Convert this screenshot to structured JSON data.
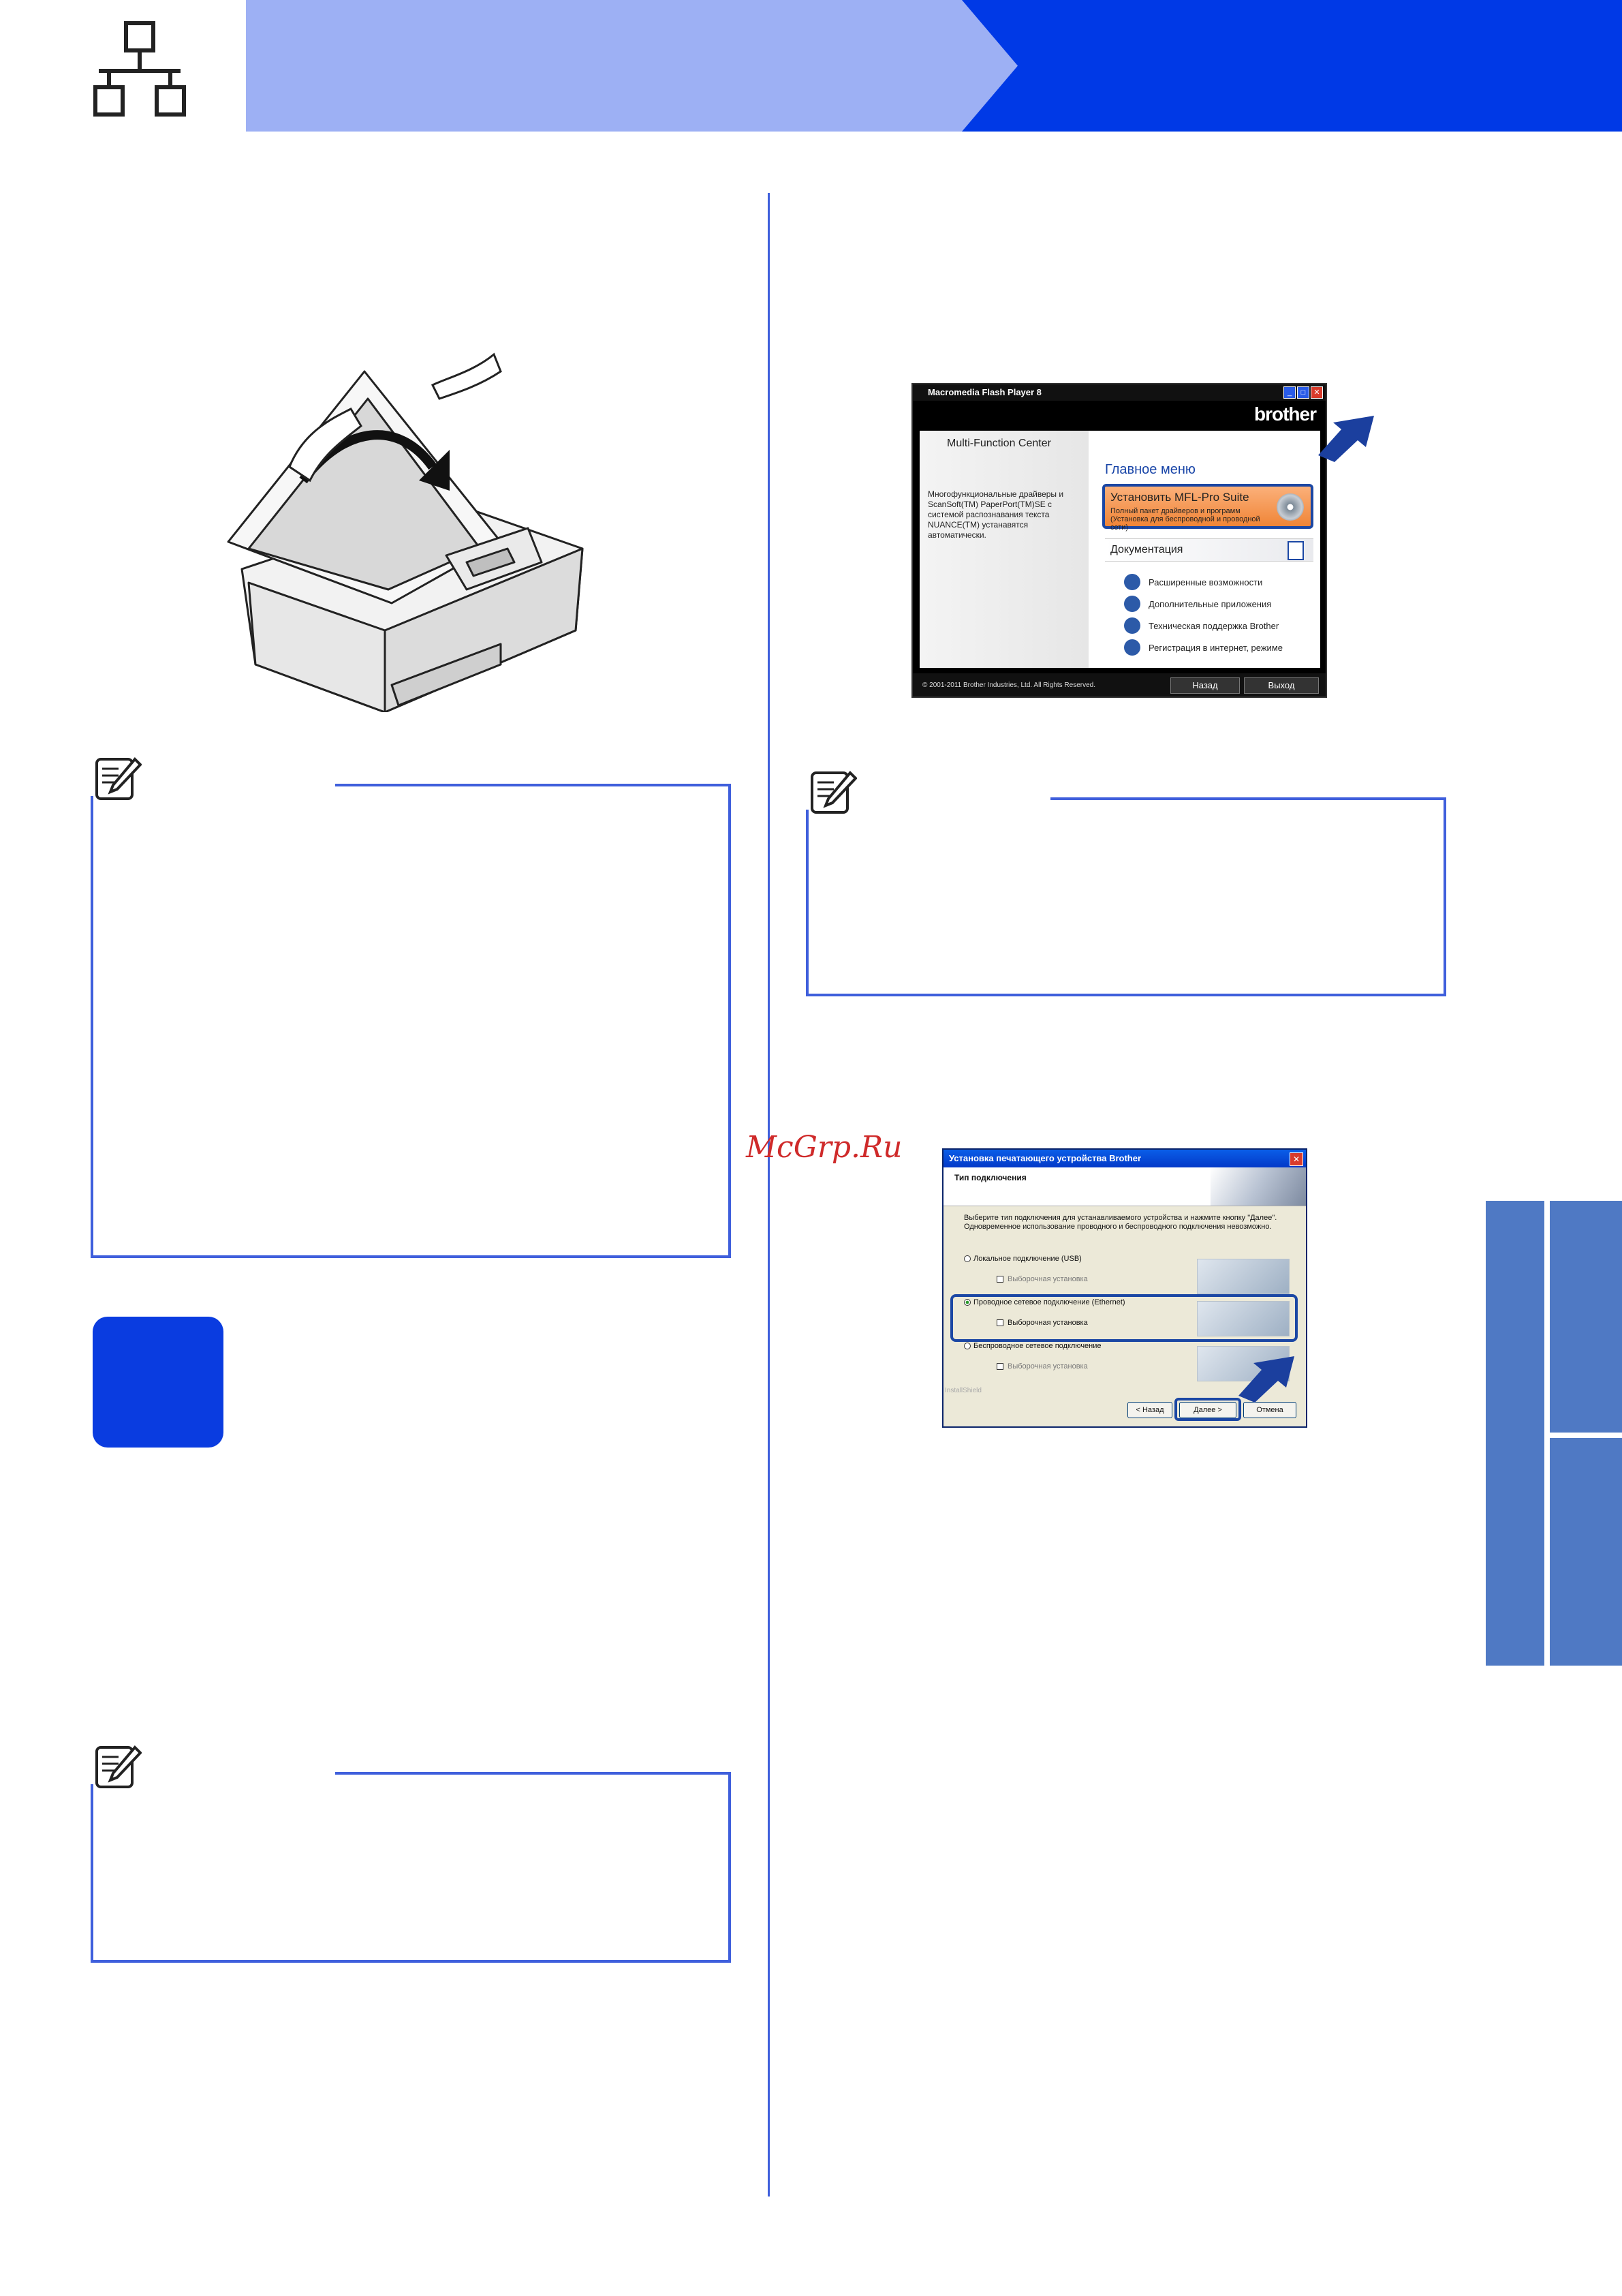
{
  "header": {
    "light_color": "#9db0f4",
    "dark_color": "#0039e6",
    "icon": "wired-network-icon"
  },
  "watermark": "McGrp.Ru",
  "screenshot_flash": {
    "window_title": "Macromedia Flash Player 8",
    "brand": "brother",
    "mfc_title": "Multi-Function Center",
    "mfc_description": "Многофункциональные драйверы и ScanSoft(TM) PaperPort(TM)SE с системой распознавания текста NUANCE(TM) устанавятся автоматически.",
    "main_menu": "Главное меню",
    "install_title": "Установить MFL-Pro Suite",
    "install_sub": "Полный пакет драйверов и программ (Установка для беспроводной и проводной сети)",
    "documentation": "Документация",
    "menu_items": [
      {
        "label": "Расширенные возможности",
        "icon": "gear-icon"
      },
      {
        "label": "Дополнительные приложения",
        "icon": "apps-icon"
      },
      {
        "label": "Техническая поддержка Brother",
        "icon": "support-icon"
      },
      {
        "label": "Регистрация в интернет, режиме",
        "icon": "register-icon"
      }
    ],
    "copyright": "© 2001-2011 Brother Industries, Ltd. All Rights Reserved.",
    "back_button": "Назад",
    "exit_button": "Выход"
  },
  "screenshot_setup": {
    "window_title": "Установка печатающего устройства Brother",
    "section_title": "Тип подключения",
    "instructions": "Выберите тип подключения для устанавливаемого устройства и нажмите кнопку \"Далее\". Одновременное использование проводного и беспроводного подключения невозможно.",
    "options": [
      {
        "label": "Локальное подключение (USB)",
        "sub": "Выборочная установка",
        "selected": false
      },
      {
        "label": "Проводное сетевое подключение (Ethernet)",
        "sub": "Выборочная установка",
        "selected": true
      },
      {
        "label": "Беспроводное сетевое подключение",
        "sub": "Выборочная установка",
        "selected": false
      }
    ],
    "installshield": "InstallShield",
    "back_button": "< Назад",
    "next_button": "Далее >",
    "cancel_button": "Отмена"
  },
  "side_tab_color": "#4f79c4",
  "accent_color": "#3f5fdc"
}
